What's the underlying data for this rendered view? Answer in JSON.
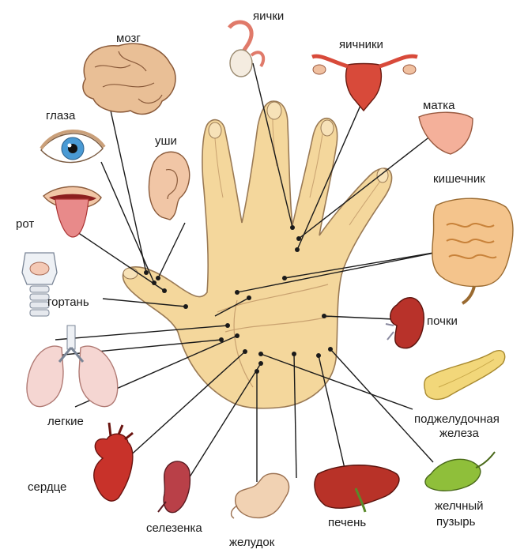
{
  "labels": {
    "testes": "яички",
    "brain": "мозг",
    "ovaries": "яичники",
    "eyes": "глаза",
    "uterus": "матка",
    "ears": "уши",
    "intestine": "кишечник",
    "mouth": "рот",
    "larynx": "гортань",
    "kidneys": "почки",
    "lungs": "легкие",
    "pancreas_1": "поджелудочная",
    "pancreas_2": "железа",
    "heart": "сердце",
    "spleen": "селезенка",
    "liver": "печень",
    "gallbladder_1": "желчный",
    "gallbladder_2": "пузырь",
    "stomach": "желудок"
  },
  "icons": [
    "brain-icon",
    "eye-icon",
    "ear-icon",
    "mouth-icon",
    "larynx-icon",
    "lungs-icon",
    "heart-icon",
    "spleen-icon",
    "stomach-icon",
    "liver-icon",
    "gallbladder-icon",
    "pancreas-icon",
    "kidney-icon",
    "intestine-icon",
    "uterus-icon",
    "ovaries-icon",
    "testes-icon",
    "hand-icon"
  ],
  "colors": {
    "skin": "#f4d79c",
    "skin_edge": "#9a7a55",
    "line": "#1a1a1a",
    "organ_red": "#c8322a",
    "organ_pink": "#e8a8a0",
    "bile_green": "#8fbf3a",
    "pancreas_yellow": "#f2d77a"
  }
}
